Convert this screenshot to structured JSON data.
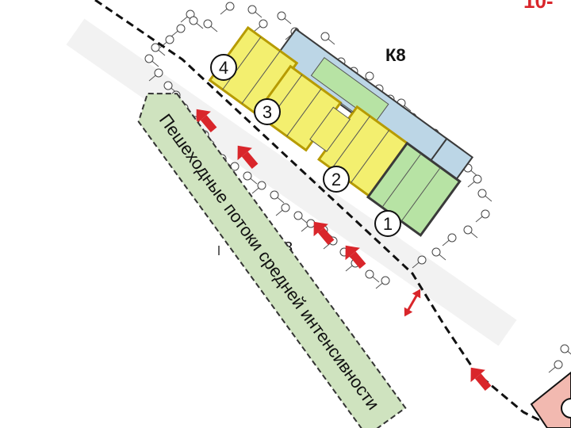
{
  "building_label": "К8",
  "corner_label": "10-",
  "road_label": "8",
  "pedestrian_flow_label": "Пешеходные потоки средней интенсивности",
  "sections": [
    {
      "number": "1",
      "color": "#b7e3a4"
    },
    {
      "number": "2",
      "color": "#f3ef6f"
    },
    {
      "number": "3",
      "color": "#f3ef6f"
    },
    {
      "number": "4",
      "color": "#f3ef6f"
    }
  ],
  "colors": {
    "green_section": "#b7e3a4",
    "yellow_section": "#f3ef6f",
    "blue_core": "#bcd6e6",
    "entrance_arrow": "#d9262b",
    "flow_banner": "#cfe3bf",
    "neighbor_building": "#f2b9b0"
  },
  "icons": [
    "entrance-arrow-icon",
    "bidirectional-arrow-icon",
    "flow-direction-arrow-icon"
  ]
}
